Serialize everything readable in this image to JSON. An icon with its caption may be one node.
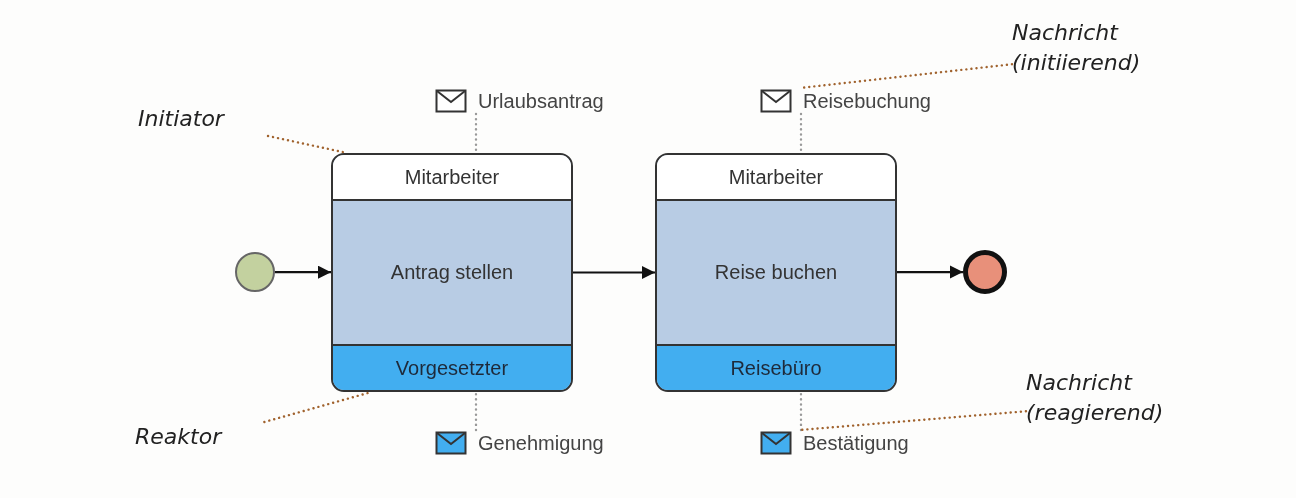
{
  "diagram": {
    "nodes": [
      {
        "text": [],
        "shape": "circle"
      },
      {
        "text": [
          "Antrag stellen"
        ]
      },
      {
        "text": [
          "Mitarbeiter"
        ],
        "in": 1
      },
      {
        "text": [
          "Vorgesetzter"
        ],
        "in": 1
      },
      {
        "text": [
          "Reise buchen"
        ]
      },
      {
        "text": [
          "Mitarbeiter"
        ],
        "in": 4
      },
      {
        "text": [
          "Reisebüro"
        ],
        "in": 4
      },
      {
        "text": [],
        "shape": "circle"
      },
      {
        "text": [
          "Urlaubsantrag"
        ]
      },
      {
        "text": [
          "Genehmigung"
        ]
      },
      {
        "text": [
          "Reisebuchung"
        ]
      },
      {
        "text": [
          "Bestätigung"
        ]
      },
      {
        "text": [
          "Initiator"
        ]
      },
      {
        "text": [
          "Reaktor"
        ]
      },
      {
        "text": [
          "Nachricht (initiierend)"
        ]
      },
      {
        "text": [
          "Nachricht (reagierend)"
        ]
      }
    ],
    "edges": [
      {
        "from": 0,
        "to": 1,
        "arrow": "to",
        "color": "#111111"
      },
      {
        "from": 1,
        "to": 4,
        "arrow": "to",
        "color": "#111111"
      },
      {
        "from": 4,
        "to": 7,
        "arrow": "to",
        "color": "#111111"
      },
      {
        "from": 8,
        "to": 2,
        "arrow": "none",
        "style": "dashed",
        "color": "#999999"
      },
      {
        "from": 9,
        "to": 3,
        "arrow": "none",
        "style": "dashed",
        "color": "#999999"
      },
      {
        "from": 10,
        "to": 5,
        "arrow": "none",
        "style": "dashed",
        "color": "#999999"
      },
      {
        "from": 11,
        "to": 6,
        "arrow": "none",
        "style": "dashed",
        "color": "#999999"
      },
      {
        "from": 12,
        "to": 2,
        "arrow": "none",
        "style": "dashed",
        "color": "#a0622d"
      },
      {
        "from": 13,
        "to": 3,
        "arrow": "none",
        "style": "dashed",
        "color": "#a0622d"
      },
      {
        "from": 14,
        "to": 10,
        "arrow": "none",
        "style": "dashed",
        "color": "#a0622d"
      },
      {
        "from": 15,
        "to": 11,
        "arrow": "none",
        "style": "dashed",
        "color": "#a0622d"
      }
    ]
  }
}
